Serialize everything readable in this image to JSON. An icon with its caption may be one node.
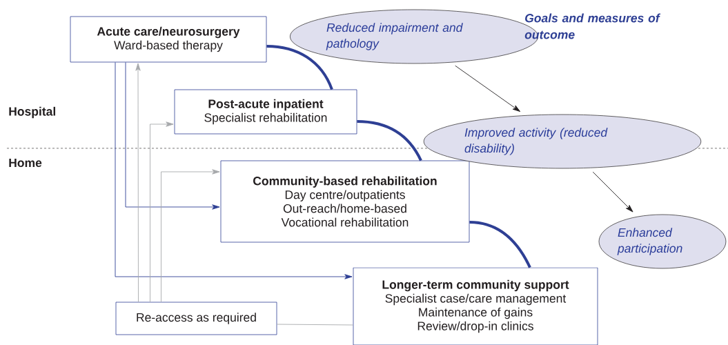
{
  "diagram": {
    "nodes": [
      {
        "text": [
          "Acute care/neurosurgery",
          "Ward-based therapy"
        ]
      },
      {
        "text": [
          "Post-acute inpatient",
          "Specialist rehabilitation"
        ]
      },
      {
        "text": [
          "Community-based rehabilitation",
          "Day centre/outpatients",
          "Out-reach/home-based",
          "Vocational rehabilitation"
        ]
      },
      {
        "text": [
          "Longer-term community support",
          "Specialist case/care management",
          "Maintenance of gains",
          "Review/drop-in clinics"
        ]
      },
      {
        "text": [
          "Re-access as required"
        ]
      },
      {
        "text": [
          "Reduced impairment and pathology"
        ]
      },
      {
        "text": [
          "Improved activity (reduced disability)"
        ]
      },
      {
        "text": [
          "Enhanced participation"
        ]
      }
    ],
    "edges": [
      {
        "from": 0,
        "to": 1,
        "arrow": "none",
        "style": "thick"
      },
      {
        "from": 1,
        "to": 2,
        "arrow": "none",
        "style": "thick"
      },
      {
        "from": 2,
        "to": 3,
        "arrow": "none",
        "style": "thick"
      },
      {
        "from": 0,
        "to": 2,
        "arrow": "to"
      },
      {
        "from": 0,
        "to": 3,
        "arrow": "to"
      },
      {
        "from": 4,
        "to": 0,
        "arrow": "to",
        "color": "#a7a9ac"
      },
      {
        "from": 4,
        "to": 1,
        "arrow": "to",
        "color": "#a7a9ac"
      },
      {
        "from": 4,
        "to": 2,
        "arrow": "to",
        "color": "#a7a9ac"
      },
      {
        "from": 4,
        "to": 3,
        "arrow": "none",
        "color": "#a7a9ac"
      },
      {
        "from": 5,
        "to": 6,
        "arrow": "to",
        "color": "#231f20"
      },
      {
        "from": 6,
        "to": 7,
        "arrow": "to",
        "color": "#231f20"
      }
    ],
    "labels": [
      "Goals and measures of outcome",
      "Hospital",
      "Home"
    ]
  }
}
